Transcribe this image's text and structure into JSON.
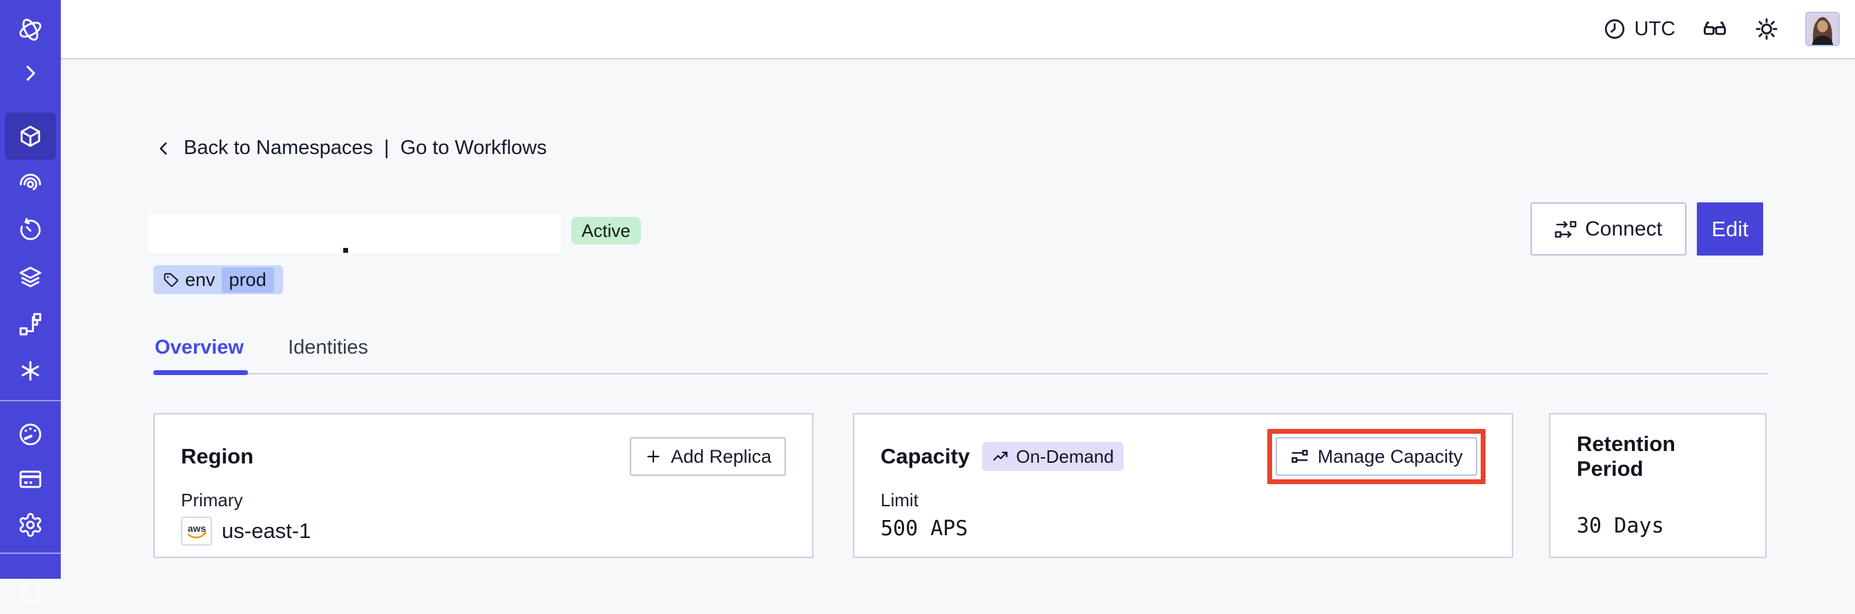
{
  "topbar": {
    "timezone_label": "UTC"
  },
  "breadcrumb": {
    "back_label": "Back to Namespaces",
    "separator": "|",
    "workflows_label": "Go to Workflows"
  },
  "namespace": {
    "status_badge": "Active",
    "tag": {
      "key": "env",
      "value": "prod"
    },
    "actions": {
      "connect_label": "Connect",
      "edit_label": "Edit"
    }
  },
  "tabs": {
    "overview": "Overview",
    "identities": "Identities"
  },
  "cards": {
    "region": {
      "title": "Region",
      "action_label": "Add Replica",
      "field_label": "Primary",
      "provider_label": "aws",
      "value": "us-east-1"
    },
    "capacity": {
      "title": "Capacity",
      "badge_label": "On-Demand",
      "action_label": "Manage Capacity",
      "field_label": "Limit",
      "value": "500 APS"
    },
    "retention": {
      "title": "Retention Period",
      "value": "30 Days"
    }
  },
  "icons": {
    "sidebar": [
      "temporal-logo",
      "expand-sidebar",
      "namespaces",
      "workflows",
      "schedules",
      "deployments",
      "nexus",
      "batch-operations",
      "usage",
      "billing",
      "settings",
      "support"
    ],
    "topbar": [
      "clock",
      "glasses",
      "theme-sun",
      "avatar"
    ],
    "buttons": [
      "connect-flow",
      "plus",
      "trending-up",
      "sliders",
      "tag",
      "back-chevron"
    ]
  },
  "colors": {
    "sidebar_bg": "#4845d9",
    "sidebar_active_bg": "#3a37b4",
    "accent": "#444ce7",
    "edit_button_bg": "#4743d8",
    "status_active_bg": "#c6eed1",
    "tag_bg": "#c8d6fb",
    "tag_inner_bg": "#a9bff9",
    "ondemand_badge_bg": "#e3dcfb",
    "highlight_box": "#e8432b",
    "page_bg": "#f7f8fa",
    "card_border": "#c9d2e2",
    "aws_smile": "#f79400"
  }
}
